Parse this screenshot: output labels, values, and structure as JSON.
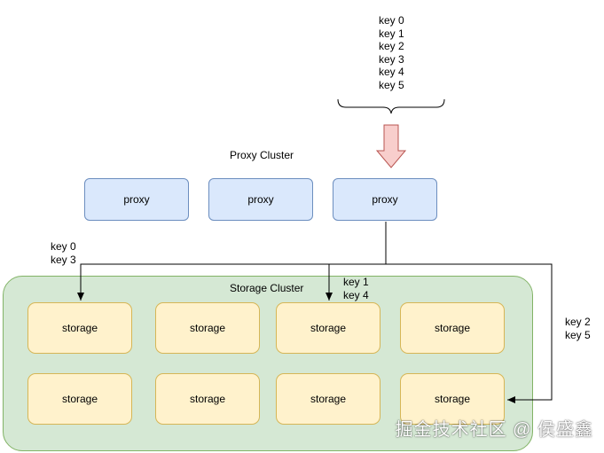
{
  "incoming_keys": [
    "key 0",
    "key 1",
    "key 2",
    "key 3",
    "key 4",
    "key 5"
  ],
  "proxy_cluster": {
    "title": "Proxy Cluster",
    "nodes": [
      "proxy",
      "proxy",
      "proxy"
    ]
  },
  "storage_cluster": {
    "title": "Storage Cluster",
    "rows": [
      [
        "storage",
        "storage",
        "storage",
        "storage"
      ],
      [
        "storage",
        "storage",
        "storage",
        "storage"
      ]
    ]
  },
  "routes": [
    {
      "keys": [
        "key 0",
        "key 3"
      ]
    },
    {
      "keys": [
        "key 1",
        "key 4"
      ]
    },
    {
      "keys": [
        "key 2",
        "key 5"
      ]
    }
  ],
  "watermark": "掘金技术社区 @ 侯盛鑫",
  "colors": {
    "proxy_fill": "#dae8fc",
    "proxy_stroke": "#6c8ebf",
    "storage_fill": "#fff2cc",
    "storage_stroke": "#d6b656",
    "cluster_fill": "#d5e8d4",
    "cluster_stroke": "#82b366",
    "arrow_fill": "#f8cecc",
    "arrow_stroke": "#b85450"
  }
}
